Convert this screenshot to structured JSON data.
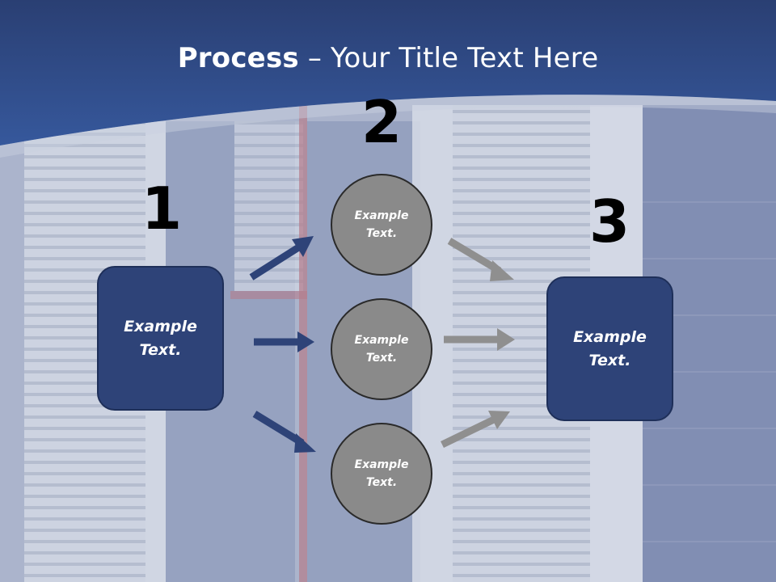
{
  "title": {
    "bold": "Process",
    "rest": " – Your Title Text Here"
  },
  "colors": {
    "header": "#2e4f8f",
    "box": "#2e4378",
    "circle": "#8a8a8a",
    "arrow_blue": "#2e4378",
    "arrow_gray": "#8f8f8f"
  },
  "steps": {
    "step1": {
      "number": "1",
      "text": "Example Text."
    },
    "step2": {
      "number": "2",
      "items": [
        {
          "text": "Example Text."
        },
        {
          "text": "Example Text."
        },
        {
          "text": "Example Text."
        }
      ]
    },
    "step3": {
      "number": "3",
      "text": "Example Text."
    }
  }
}
